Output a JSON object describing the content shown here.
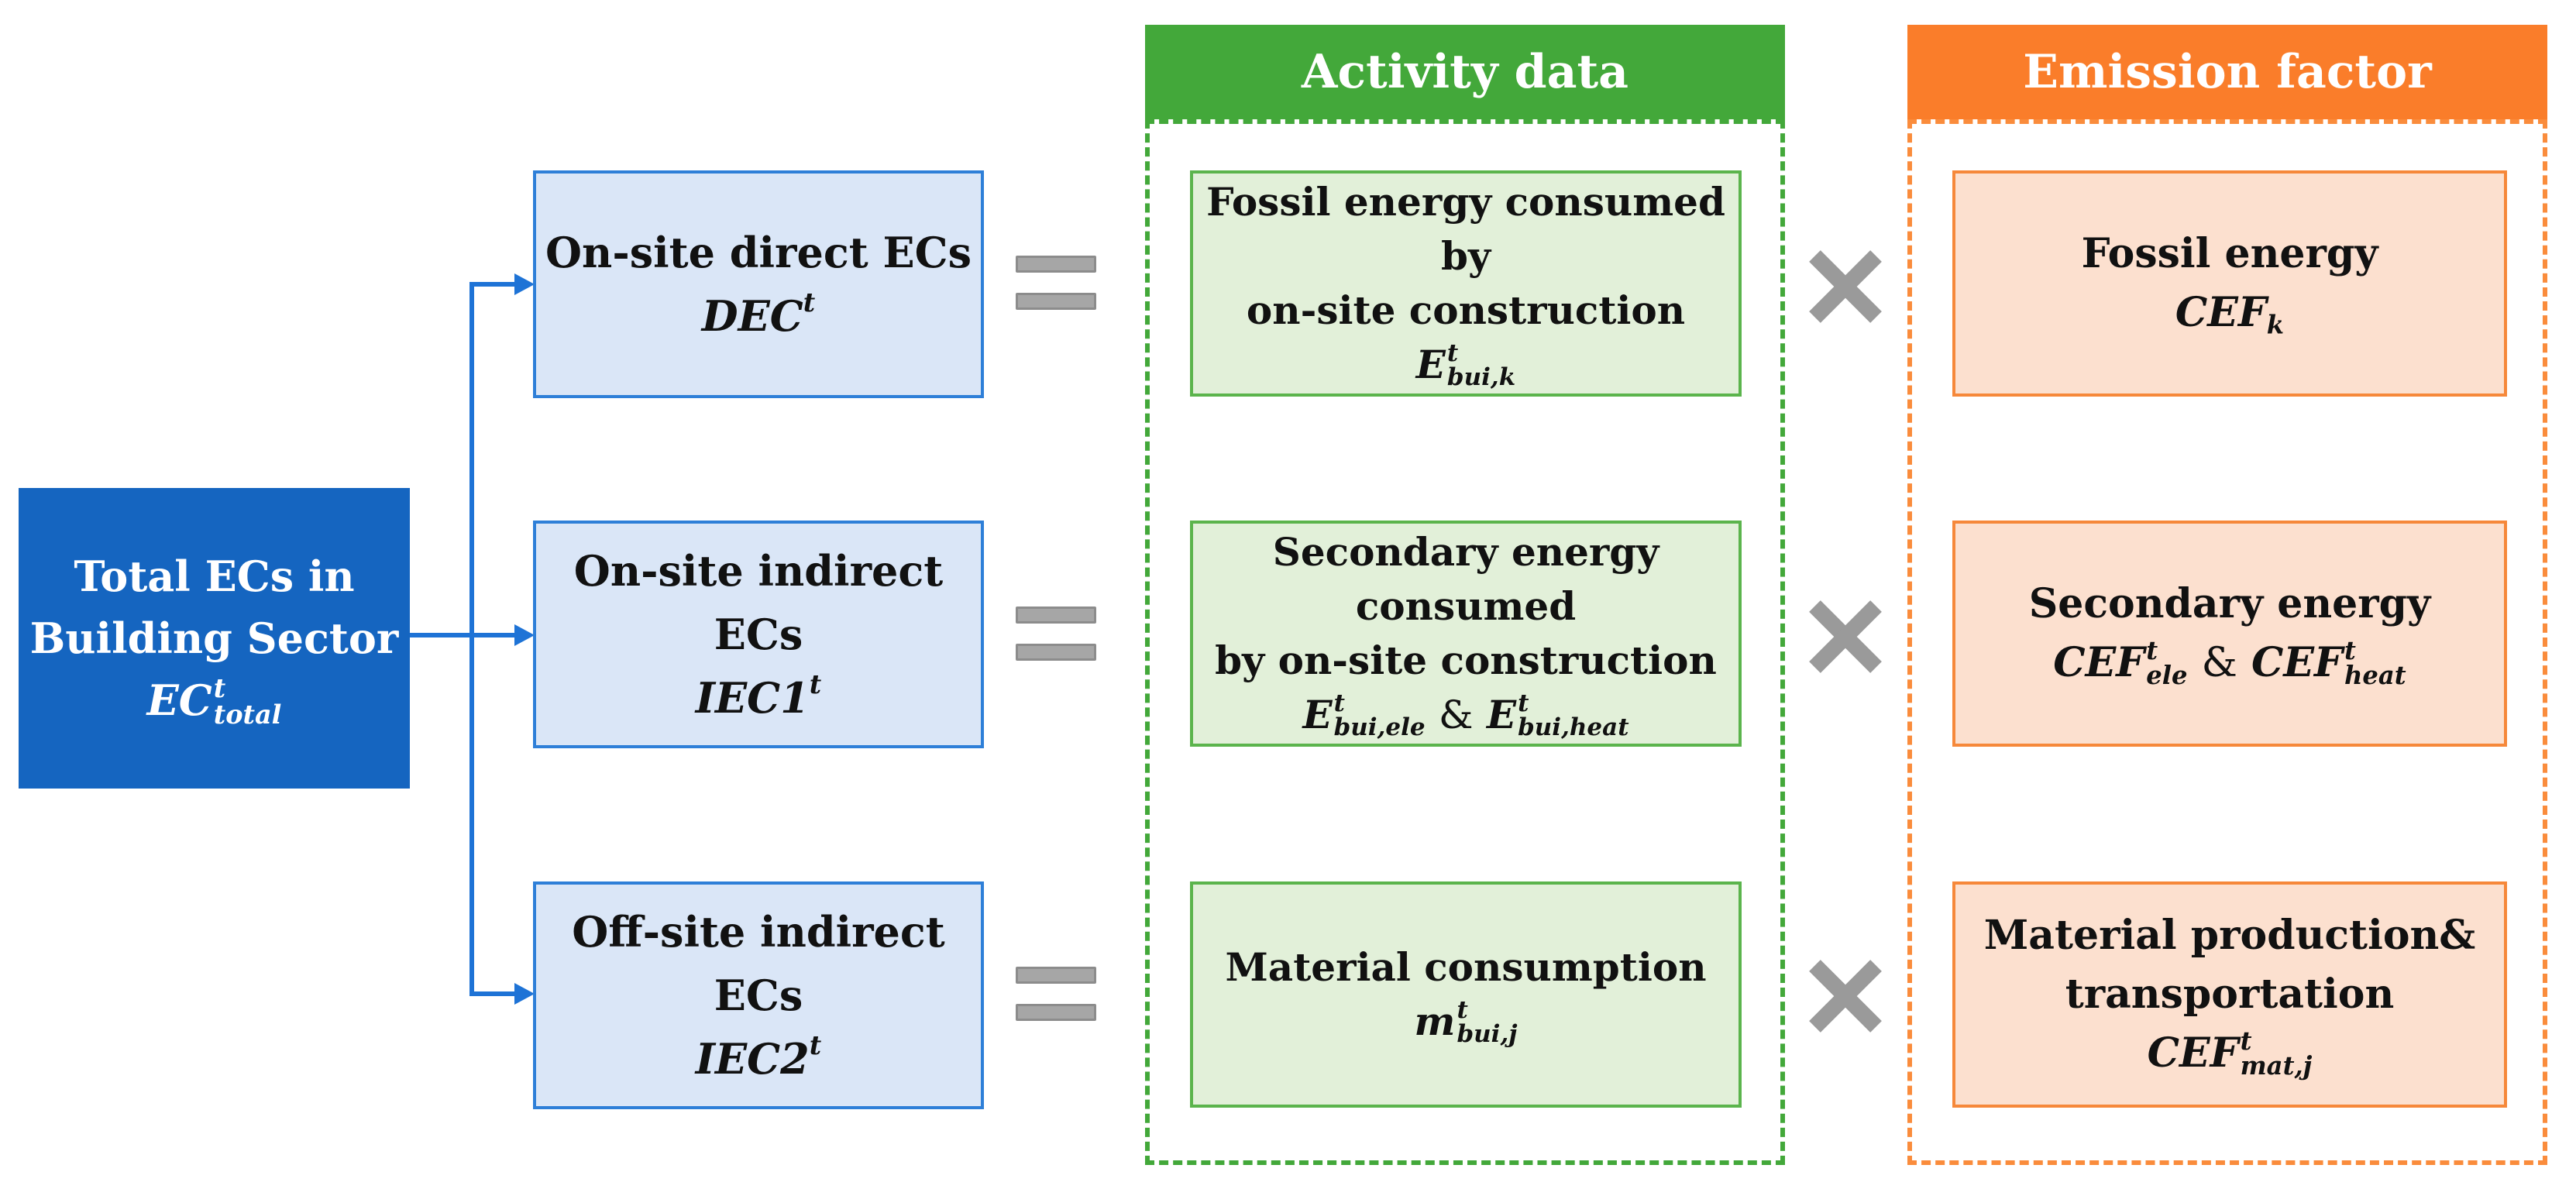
{
  "root": {
    "line1": "Total ECs in",
    "line2": "Building Sector",
    "sym": "EC",
    "sup": "t",
    "sub": "total"
  },
  "rows": [
    {
      "ec_label": "On-site direct ECs",
      "ec_sym": "DEC",
      "ec_sup": "t",
      "activity_line1": "Fossil energy consumed by",
      "activity_line2": "on-site construction",
      "activity_sym": "E",
      "activity_sup": "t",
      "activity_sub": "bui,k",
      "factor_line1": "Fossil energy",
      "factor_sym": "CEF",
      "factor_sub": "k"
    },
    {
      "ec_label": "On-site indirect ECs",
      "ec_sym": "IEC1",
      "ec_sup": "t",
      "activity_line1": "Secondary energy consumed",
      "activity_line2": "by on-site construction",
      "activity_sym_a": "E",
      "activity_sup_a": "t",
      "activity_sub_a": "bui,ele",
      "amp": "&",
      "activity_sym_b": "E",
      "activity_sup_b": "t",
      "activity_sub_b": "bui,heat",
      "factor_line1": "Secondary energy",
      "factor_sym_a": "CEF",
      "factor_sup_a": "t",
      "factor_sub_a": "ele",
      "factor_sym_b": "CEF",
      "factor_sup_b": "t",
      "factor_sub_b": "heat"
    },
    {
      "ec_label": "Off-site indirect ECs",
      "ec_sym": "IEC2",
      "ec_sup": "t",
      "activity_line1": "Material consumption",
      "activity_sym": "m",
      "activity_sup": "t",
      "activity_sub": "bui,j",
      "factor_line1": "Material production&",
      "factor_line2": "transportation",
      "factor_sym": "CEF",
      "factor_sup": "t",
      "factor_sub": "mat,j"
    }
  ],
  "activity_header": "Activity data",
  "factor_header": "Emission factor",
  "colors": {
    "root": "#1565c0",
    "blue_box": "#dae6f7",
    "green": "#43a83a",
    "green_box": "#e2f0d9",
    "orange": "#fa7d2a",
    "orange_box": "#fce0cf",
    "operator_gray": "#a6a6a6"
  }
}
